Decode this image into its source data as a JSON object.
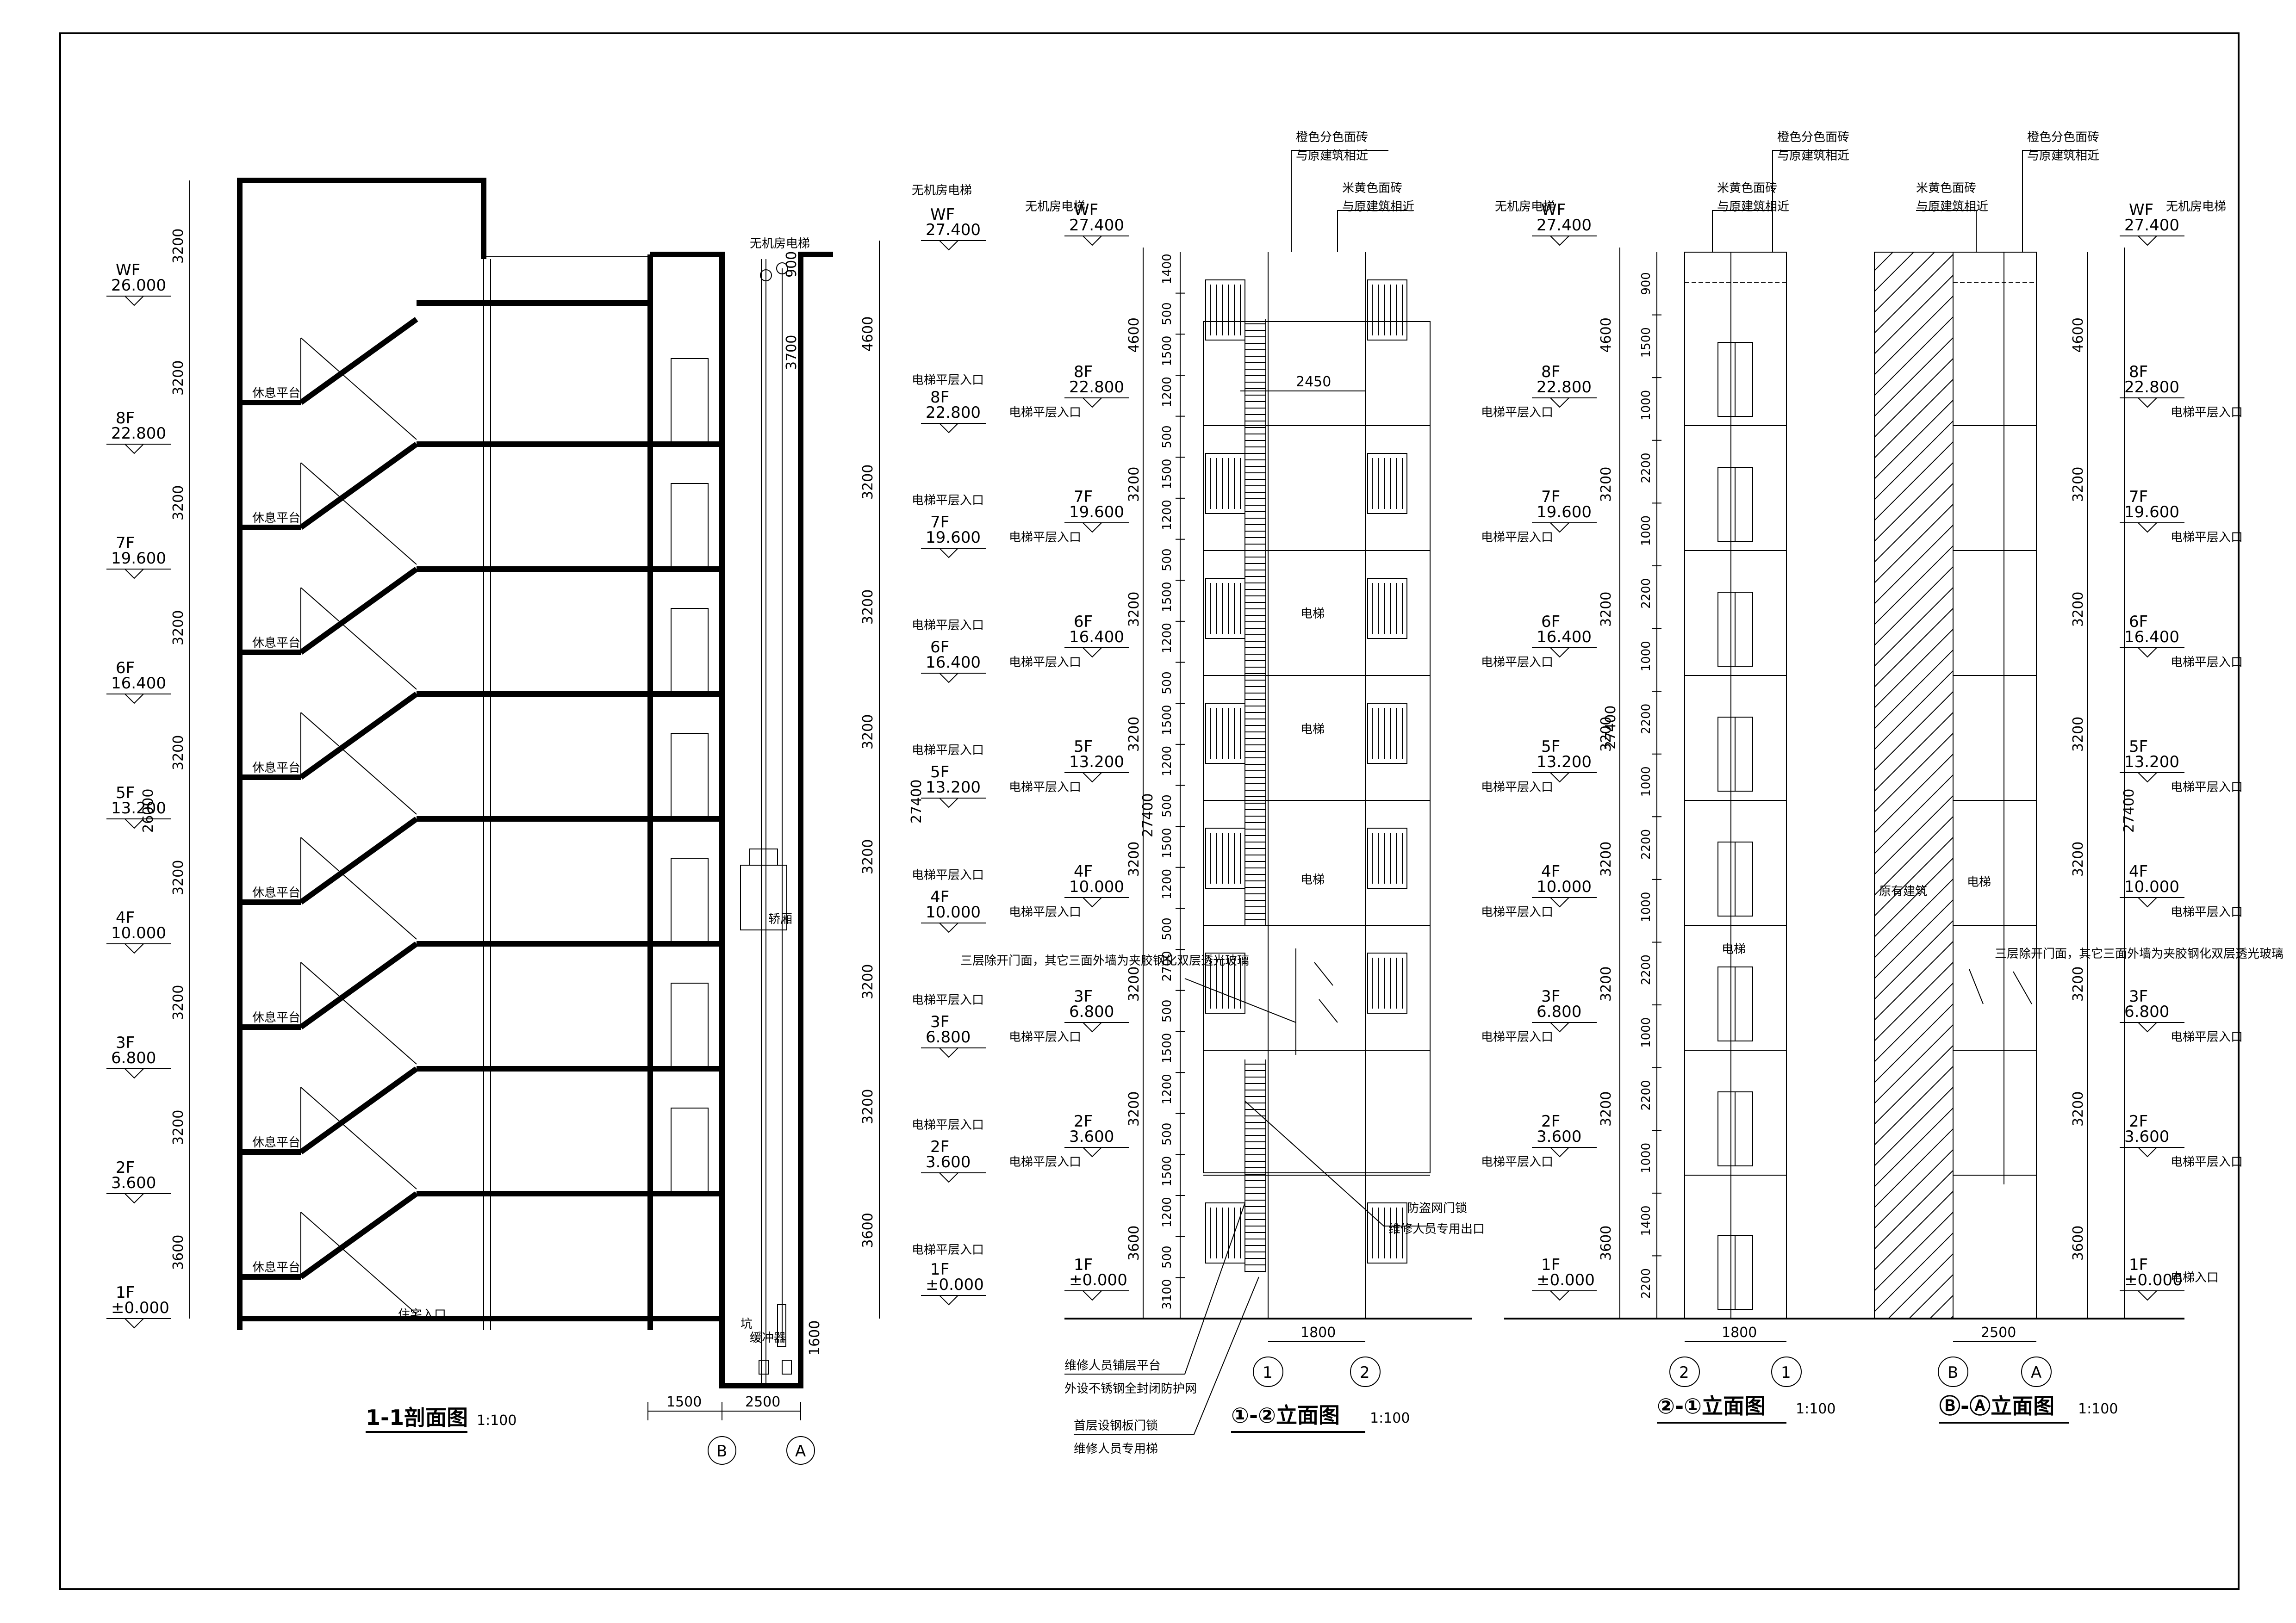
{
  "levels": [
    {
      "floor": "1F",
      "elev": "±0.000"
    },
    {
      "floor": "2F",
      "elev": "3.600"
    },
    {
      "floor": "3F",
      "elev": "6.800"
    },
    {
      "floor": "4F",
      "elev": "10.000"
    },
    {
      "floor": "5F",
      "elev": "13.200"
    },
    {
      "floor": "6F",
      "elev": "16.400"
    },
    {
      "floor": "7F",
      "elev": "19.600"
    },
    {
      "floor": "8F",
      "elev": "22.800"
    },
    {
      "floor": "WF",
      "elev": "27.400"
    }
  ],
  "section_left_top": {
    "floor": "WF",
    "elev": "26.000"
  },
  "section_heights": [
    "3600",
    "3200",
    "3200",
    "3200",
    "3200",
    "3200",
    "3200",
    "3200",
    "3200"
  ],
  "section_total": "26000",
  "elev_heights": [
    "3600",
    "3200",
    "3200",
    "3200",
    "3200",
    "3200",
    "3200",
    "4600"
  ],
  "total_elev": "27400",
  "section_inner": {
    "top": "900",
    "mid": "3700"
  },
  "labels": {
    "rest_platform": "休息平台",
    "residence_entry": "住宅入口",
    "elevator_entry": "电梯平层入口",
    "mrl_elevator": "无机房电梯",
    "elevator": "电梯",
    "car": "轿厢",
    "pit": "坑",
    "buffer": "缓冲器",
    "existing_building": "原有建筑",
    "ground_entry": "电梯入口",
    "orange_tile": "橙色分色面砖",
    "rice_tile": "米黄色面砖",
    "match_original": "与原建筑相近",
    "glass_note": "三层除开门面，其它三面外墙为夹胶钢化双层透光玻璃",
    "anti_theft_1": "防盗网门锁",
    "anti_theft_2": "维修人员专用出口",
    "maint_1": "维修人员铺层平台",
    "maint_2": "外设不锈钢全封闭防护网",
    "ground_door_1": "首层设钢板门锁",
    "ground_door_2": "维修人员专用梯"
  },
  "elev12_dims": [
    "3100",
    "500",
    "1200",
    "1500",
    "500",
    "1200",
    "1500",
    "500",
    "2700",
    "500",
    "1200",
    "1500",
    "500",
    "1200",
    "1500",
    "500",
    "1200",
    "1500",
    "500",
    "1200",
    "1500",
    "500",
    "1200",
    "1500",
    "500",
    "1400"
  ],
  "elev21_dims": [
    "2200",
    "1400",
    "1000",
    "2200",
    "1000",
    "2200",
    "1000",
    "2200",
    "1000",
    "2200",
    "1000",
    "2200",
    "1000",
    "2200",
    "1000",
    "1500",
    "900"
  ],
  "dims": {
    "width_2450": "2450",
    "width_1800": "1800",
    "width_2500": "2500",
    "width_1500": "1500",
    "pit_depth": "1600"
  },
  "axes": {
    "a1": "1",
    "a2": "2",
    "aA": "A",
    "aB": "B"
  },
  "titles": {
    "section": "1-1剖面图",
    "elev12": "①-②立面图",
    "elev21": "②-①立面图",
    "elevBA": "Ⓑ-Ⓐ立面图",
    "scale": "1:100"
  }
}
